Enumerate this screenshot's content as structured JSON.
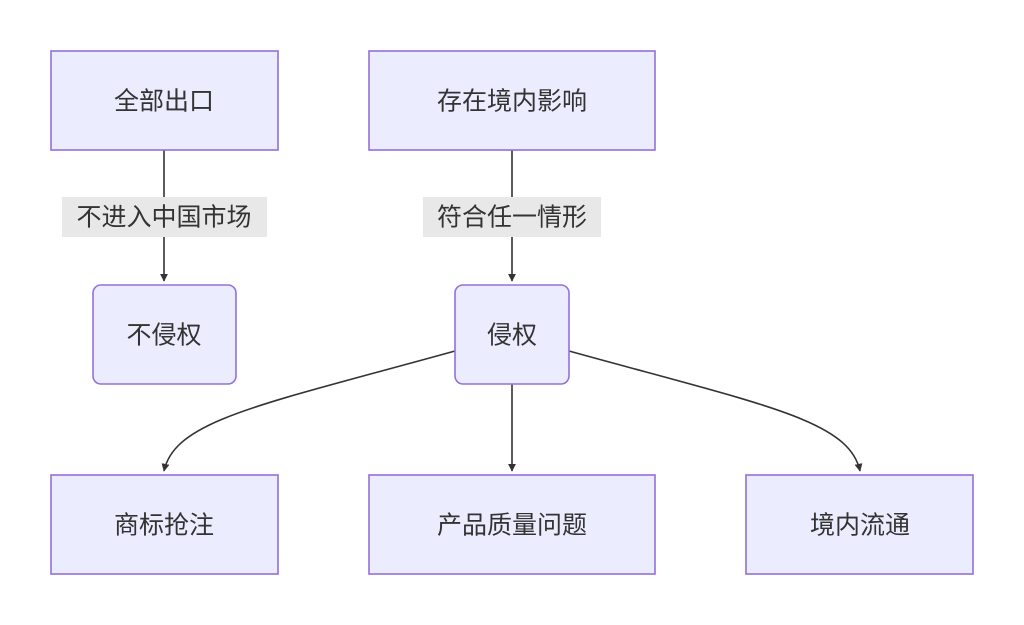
{
  "diagram": {
    "nodes": {
      "all_export": {
        "label": "全部出口"
      },
      "domestic_impact": {
        "label": "存在境内影响"
      },
      "no_infringe": {
        "label": "不侵权"
      },
      "infringe": {
        "label": "侵权"
      },
      "trademark": {
        "label": "商标抢注"
      },
      "quality": {
        "label": "产品质量问题"
      },
      "circulation": {
        "label": "境内流通"
      }
    },
    "edges": {
      "not_enter_market": {
        "label": "不进入中国市场"
      },
      "meets_any_case": {
        "label": "符合任一情形"
      }
    }
  }
}
